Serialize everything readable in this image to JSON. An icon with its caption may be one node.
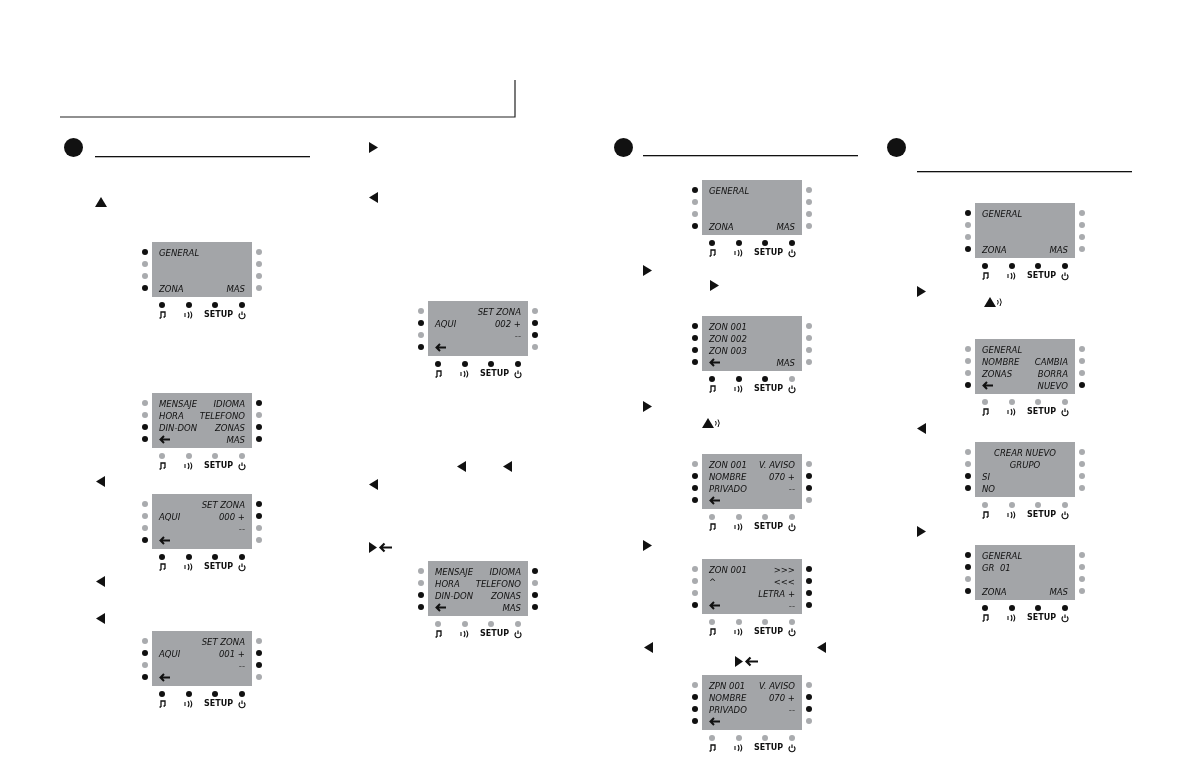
{
  "diagram": {
    "nodes": [
      {
        "text": [
          "GENERAL",
          "ZONA",
          "MAS"
        ],
        "beside": [
          "SETUP"
        ]
      },
      {
        "text": [
          "MENSAJE",
          "IDIOMA",
          "HORA",
          "TELEFONO",
          "DIN-DON",
          "ZONAS",
          "MAS"
        ],
        "beside": [
          "SETUP"
        ]
      },
      {
        "text": [
          "SET ZONA",
          "AQUI",
          "000 +",
          "--"
        ],
        "beside": [
          "SETUP"
        ]
      },
      {
        "text": [
          "SET ZONA",
          "AQUI",
          "001 +",
          "--"
        ],
        "beside": [
          "SETUP"
        ]
      },
      {
        "text": [
          "SET ZONA",
          "AQUI",
          "002 +",
          "--"
        ],
        "beside": [
          "SETUP"
        ]
      },
      {
        "text": [
          "MENSAJE",
          "IDIOMA",
          "HORA",
          "TELEFONO",
          "DIN-DON",
          "ZONAS",
          "MAS"
        ],
        "beside": [
          "SETUP"
        ]
      },
      {
        "text": [
          "GENERAL",
          "ZONA",
          "MAS"
        ],
        "beside": [
          "SETUP"
        ]
      },
      {
        "text": [
          "ZON 001",
          "ZON 002",
          "ZON 003",
          "MAS"
        ],
        "beside": [
          "SETUP"
        ]
      },
      {
        "text": [
          "ZON 001",
          "V. AVISO",
          "NOMBRE",
          "070 +",
          "PRIVADO",
          "--"
        ],
        "beside": [
          "SETUP"
        ]
      },
      {
        "text": [
          "ZON 001",
          ">>>",
          "^",
          "<<<",
          "LETRA +",
          "--"
        ],
        "beside": [
          "SETUP"
        ]
      },
      {
        "text": [
          "ZPN 001",
          "V. AVISO",
          "NOMBRE",
          "070 +",
          "PRIVADO",
          "--"
        ],
        "beside": [
          "SETUP"
        ]
      },
      {
        "text": [
          "GENERAL",
          "ZONA",
          "MAS"
        ],
        "beside": [
          "SETUP"
        ]
      },
      {
        "text": [
          "GENERAL",
          "NOMBRE",
          "CAMBIA",
          "ZONAS",
          "BORRA",
          "NUEVO"
        ],
        "beside": [
          "SETUP"
        ]
      },
      {
        "text": [
          "CREAR NUEVO GRUPO",
          "SI",
          "NO"
        ],
        "beside": [
          "SETUP"
        ]
      },
      {
        "text": [
          "GENERAL",
          "GR  01",
          "ZONA",
          "MAS"
        ],
        "beside": [
          "SETUP"
        ]
      }
    ]
  }
}
